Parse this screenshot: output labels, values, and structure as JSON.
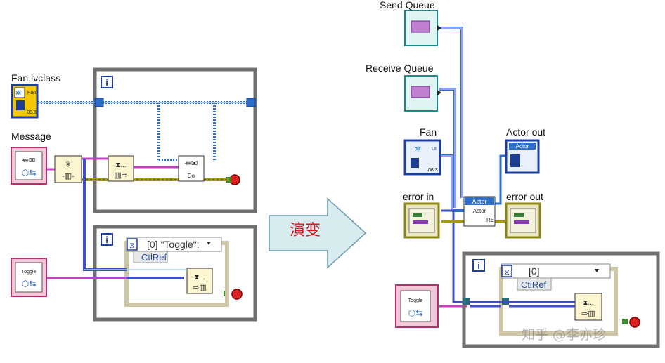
{
  "colors": {
    "class_wire": "#6aa8e0",
    "cluster_wire": "#c040c0",
    "error_wire": "#a49a12",
    "frame": "#707070",
    "arrow_fill": "#d8ecf0",
    "arrow_text": "#d8141c"
  },
  "left_diagram": {
    "fan_label": "Fan.lvclass",
    "fan_icon_text": "Fan",
    "fan_icon_version": "08.3",
    "message_label": "Message",
    "do_node_text": "Do",
    "toggle_icon_text": "Toggle",
    "loop1_iteration": "i",
    "loop2_iteration": "i",
    "event_case": "[0] \"Toggle\":",
    "ctlref": "CtlRef"
  },
  "center_arrow": {
    "label": "演变"
  },
  "right_diagram": {
    "send_queue_label": "Send Queue",
    "receive_queue_label": "Receive Queue",
    "fan_label": "Fan",
    "fan_icon_text": "UI",
    "fan_icon_version": "08.3",
    "actor_out_label": "Actor out",
    "actor_icon_text": "Actor",
    "error_in_label": "error in",
    "error_out_label": "error out",
    "actor_node_title": "Actor",
    "actor_node_sub": "Actor",
    "actor_node_suffix": "RE",
    "toggle_icon_text": "Toggle",
    "loop_iteration": "i",
    "event_case": "[0]",
    "ctlref": "CtlRef"
  },
  "watermark": "知乎 @李亦珍"
}
